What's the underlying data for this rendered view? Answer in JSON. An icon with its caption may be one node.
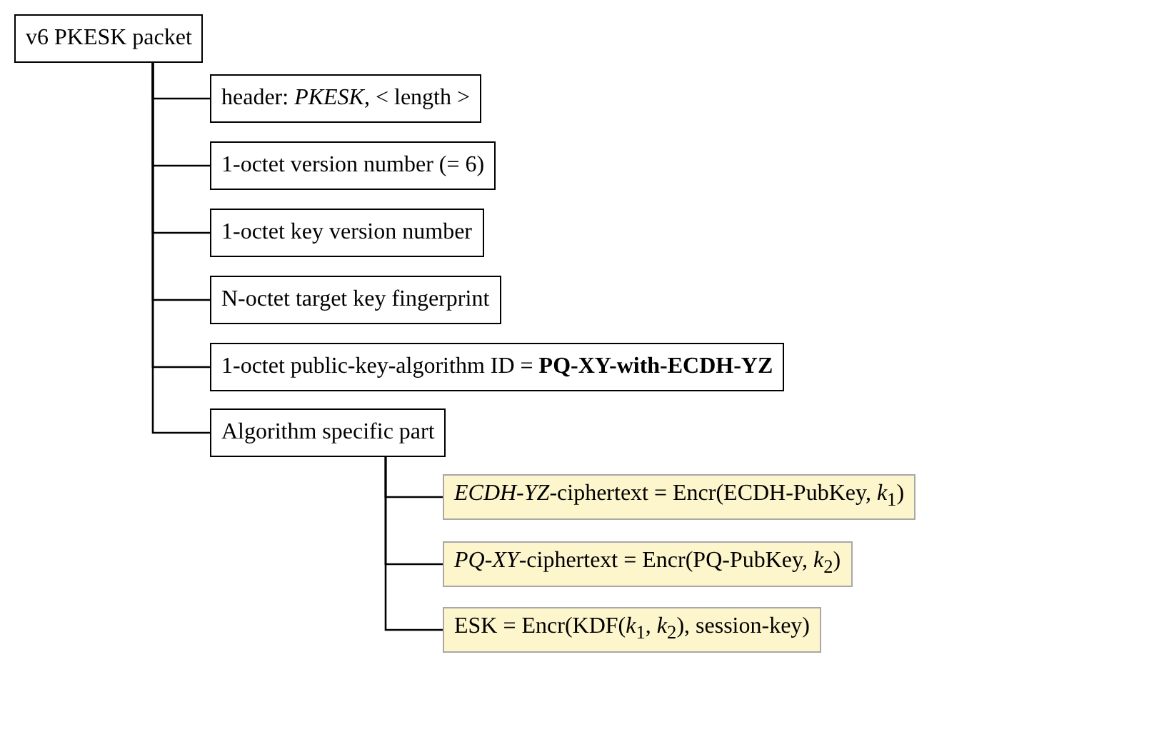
{
  "diagram": {
    "nodes": [
      {
        "text": [
          "v6 PKESK packet"
        ]
      },
      {
        "text": [
          "header: *PKESK*, < length >"
        ]
      },
      {
        "text": [
          "1-octet version number (= 6)"
        ]
      },
      {
        "text": [
          "1-octet key version number"
        ]
      },
      {
        "text": [
          "N-octet target key fingerprint"
        ]
      },
      {
        "text": [
          "1-octet public-key-algorithm ID = **PQ-XY-with-ECDH-YZ**"
        ]
      },
      {
        "text": [
          "Algorithm specific part"
        ]
      },
      {
        "text": [
          "*ECDH-YZ*-ciphertext = Encr(ECDH-PubKey, *k*$_{1}$)"
        ]
      },
      {
        "text": [
          "*PQ-XY*-ciphertext = Encr(PQ-PubKey, *k*$_{2}$)"
        ]
      },
      {
        "text": [
          "ESK = Encr(KDF(*k*$_{1}$, *k*$_{2}$), session-key)"
        ]
      }
    ],
    "edges": [
      {
        "from": 0,
        "to": 1,
        "arrow": "none"
      },
      {
        "from": 0,
        "to": 2,
        "arrow": "none"
      },
      {
        "from": 0,
        "to": 3,
        "arrow": "none"
      },
      {
        "from": 0,
        "to": 4,
        "arrow": "none"
      },
      {
        "from": 0,
        "to": 5,
        "arrow": "none"
      },
      {
        "from": 0,
        "to": 6,
        "arrow": "none"
      },
      {
        "from": 6,
        "to": 7,
        "arrow": "none"
      },
      {
        "from": 6,
        "to": 8,
        "arrow": "none"
      },
      {
        "from": 6,
        "to": 9,
        "arrow": "none"
      }
    ]
  }
}
